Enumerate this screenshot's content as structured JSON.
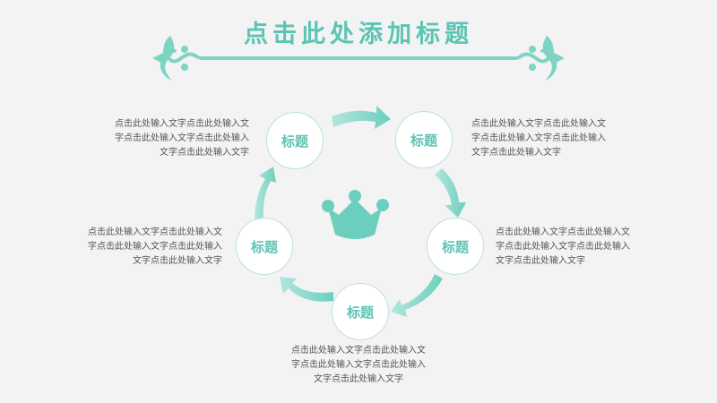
{
  "title": "点击此处添加标题",
  "accent_color": "#5cc4b4",
  "center_icon": "crown-icon",
  "nodes": [
    {
      "label": "标题",
      "lines": [
        "点击此处输入文字点击此处输入文",
        "字点击此处输入文字点击此处输入",
        "文字点击此处输入文字"
      ]
    },
    {
      "label": "标题",
      "lines": [
        "点击此处输入文字点击此处输入文",
        "字点击此处输入文字点击此处输入",
        "文字点击此处输入文字"
      ]
    },
    {
      "label": "标题",
      "lines": [
        "点击此处输入文字点击此处输入文",
        "字点击此处输入文字点击此处输入",
        "文字点击此处输入文字"
      ]
    },
    {
      "label": "标题",
      "lines": [
        "点击此处输入文字点击此处输入文",
        "字点击此处输入文字点击此处输入",
        "文字点击此处输入文字"
      ]
    },
    {
      "label": "标题",
      "lines": [
        "点击此处输入文字点击此处输入文",
        "字点击此处输入文字点击此处输入",
        "文字点击此处输入文字"
      ]
    }
  ]
}
